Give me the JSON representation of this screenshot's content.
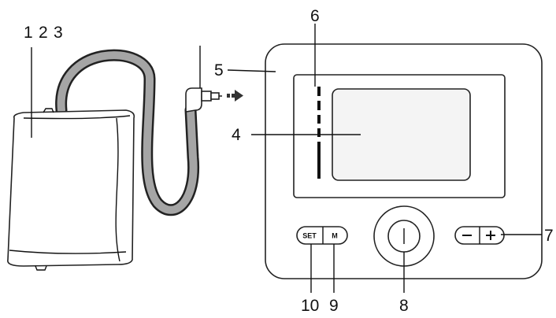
{
  "callouts": {
    "c1": "1",
    "c2": "2",
    "c3": "3",
    "c4": "4",
    "c5": "5",
    "c6": "6",
    "c7": "7",
    "c8": "8",
    "c9": "9",
    "c10": "10"
  },
  "buttons": {
    "set_label": "SET",
    "m_label": "M",
    "minus_label": "−",
    "plus_label": "+"
  },
  "colors": {
    "stroke": "#222222",
    "tube_fill": "#9a9a9a",
    "display_fill": "#f4f4f4"
  }
}
